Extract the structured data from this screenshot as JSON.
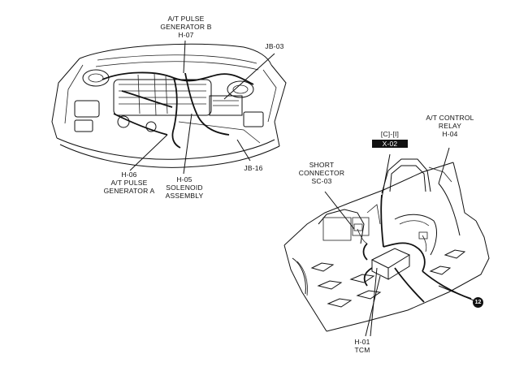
{
  "engine_bay": {
    "pulse_gen_b": {
      "line1": "A/T PULSE",
      "line2": "GENERATOR B",
      "line3": "H-07"
    },
    "jb03": "JB-03",
    "pulse_gen_a": {
      "line1": "H-06",
      "line2": "A/T PULSE",
      "line3": "GENERATOR A"
    },
    "solenoid": {
      "line1": "H-05",
      "line2": "SOLENOID",
      "line3": "ASSEMBLY"
    },
    "jb16": "JB-16"
  },
  "interior": {
    "connector_ref": "[C]-[I]",
    "x02": "X-02",
    "control_relay": {
      "line1": "A/T CONTROL",
      "line2": "RELAY",
      "line3": "H-04"
    },
    "short_connector": {
      "line1": "SHORT",
      "line2": "CONNECTOR",
      "line3": "SC-03"
    },
    "tcm": {
      "line1": "H-01",
      "line2": "TCM"
    },
    "badge": "12"
  }
}
